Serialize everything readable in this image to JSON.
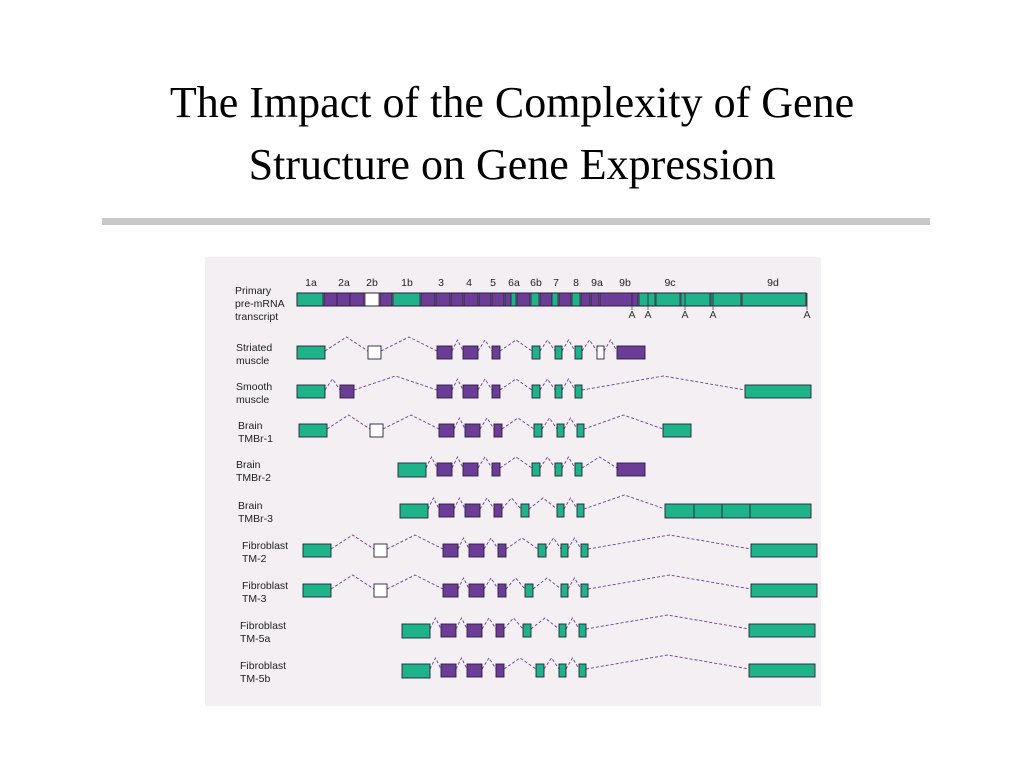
{
  "title": {
    "line1": "The Impact of the Complexity of Gene",
    "line2": "Structure on Gene Expression"
  },
  "colors": {
    "constitutive_exon": "#1fb38a",
    "alternative_exon": "#6b3d97",
    "unused_exon": "#ffffff",
    "exon_outline": "#2b1f3a",
    "intron_line": "#6b3d97",
    "figure_background": "#f3eff2",
    "rule": "#c8c8c8"
  },
  "diagram": {
    "primary_transcript": {
      "label": [
        "Primary",
        "pre-mRNA",
        "transcript"
      ],
      "exon_labels": [
        {
          "id": "1a",
          "text": "1a"
        },
        {
          "id": "2a",
          "text": "2a"
        },
        {
          "id": "2b",
          "text": "2b"
        },
        {
          "id": "1b",
          "text": "1b"
        },
        {
          "id": "3",
          "text": "3"
        },
        {
          "id": "4",
          "text": "4"
        },
        {
          "id": "5",
          "text": "5"
        },
        {
          "id": "6a",
          "text": "6a"
        },
        {
          "id": "6b",
          "text": "6b"
        },
        {
          "id": "7",
          "text": "7"
        },
        {
          "id": "8",
          "text": "8"
        },
        {
          "id": "9a",
          "text": "9a"
        },
        {
          "id": "9b",
          "text": "9b"
        },
        {
          "id": "9c",
          "text": "9c"
        },
        {
          "id": "9d",
          "text": "9d"
        }
      ],
      "polyA_sites": [
        "A",
        "A",
        "A",
        "A",
        "A"
      ]
    },
    "isoforms": [
      {
        "label": [
          "Striated",
          "muscle"
        ],
        "exons": [
          "1a",
          "2b",
          "3",
          "4",
          "5",
          "6b",
          "7",
          "8",
          "9a",
          "9b"
        ]
      },
      {
        "label": [
          "Smooth",
          "muscle"
        ],
        "exons": [
          "1a",
          "2a",
          "3",
          "4",
          "5",
          "6b",
          "7",
          "8",
          "9d"
        ]
      },
      {
        "label": [
          "Brain",
          "TMBr-1"
        ],
        "exons": [
          "1a",
          "2b",
          "3",
          "4",
          "5",
          "6b",
          "7",
          "8",
          "9c"
        ]
      },
      {
        "label": [
          "Brain",
          "TMBr-2"
        ],
        "exons": [
          "1b",
          "3",
          "4",
          "5",
          "6b",
          "7",
          "8",
          "9b"
        ]
      },
      {
        "label": [
          "Brain",
          "TMBr-3"
        ],
        "exons": [
          "1b",
          "3",
          "4",
          "5",
          "6a",
          "7",
          "8",
          "9c-9d"
        ]
      },
      {
        "label": [
          "Fibroblast",
          "TM-2"
        ],
        "exons": [
          "1a",
          "2b",
          "3",
          "4",
          "5",
          "6b",
          "7",
          "8",
          "9d"
        ]
      },
      {
        "label": [
          "Fibroblast",
          "TM-3"
        ],
        "exons": [
          "1a",
          "2b",
          "3",
          "4",
          "5",
          "6a",
          "7",
          "8",
          "9d"
        ]
      },
      {
        "label": [
          "Fibroblast",
          "TM-5a"
        ],
        "exons": [
          "1b",
          "3",
          "4",
          "5",
          "6a",
          "7",
          "8",
          "9d"
        ]
      },
      {
        "label": [
          "Fibroblast",
          "TM-5b"
        ],
        "exons": [
          "1b",
          "3",
          "4",
          "5",
          "6b",
          "7",
          "8",
          "9d"
        ]
      }
    ]
  }
}
